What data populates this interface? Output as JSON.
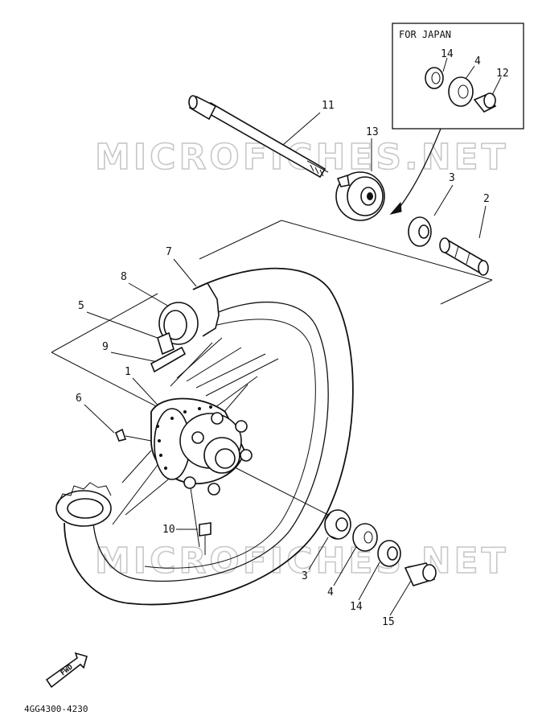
{
  "diagram": {
    "inset_title": "FOR JAPAN",
    "watermark": "MICROFICHES.NET",
    "part_code": "4GG4300-4230",
    "fwd_label": "FWD",
    "callouts": {
      "c1": "1",
      "c2": "2",
      "c3a": "3",
      "c3b": "3",
      "c4a": "4",
      "c4b": "4",
      "c5": "5",
      "c6": "6",
      "c7": "7",
      "c8": "8",
      "c9": "9",
      "c10": "10",
      "c11": "11",
      "c12": "12",
      "c13": "13",
      "c14a": "14",
      "c14b": "14",
      "c15": "15"
    }
  }
}
